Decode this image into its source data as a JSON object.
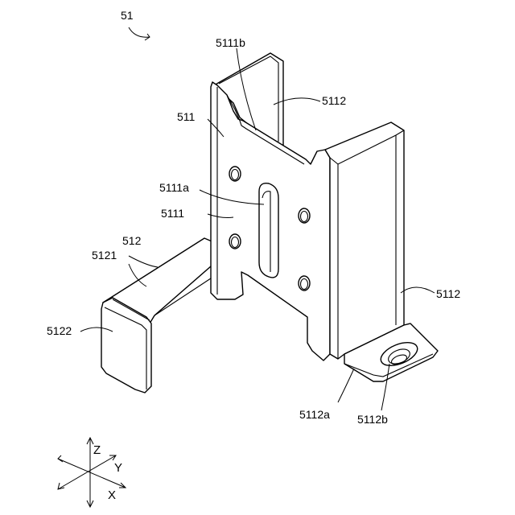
{
  "figure": {
    "main_ref": "51",
    "labels": {
      "l_5111b": "5111b",
      "l_5112_top": "5112",
      "l_511": "511",
      "l_5111a": "5111a",
      "l_5111": "5111",
      "l_512": "512",
      "l_5121": "5121",
      "l_5122": "5122",
      "l_5112_right": "5112",
      "l_5112a": "5112a",
      "l_5112b": "5112b"
    },
    "axes": {
      "z": "Z",
      "y": "Y",
      "x": "X"
    }
  }
}
